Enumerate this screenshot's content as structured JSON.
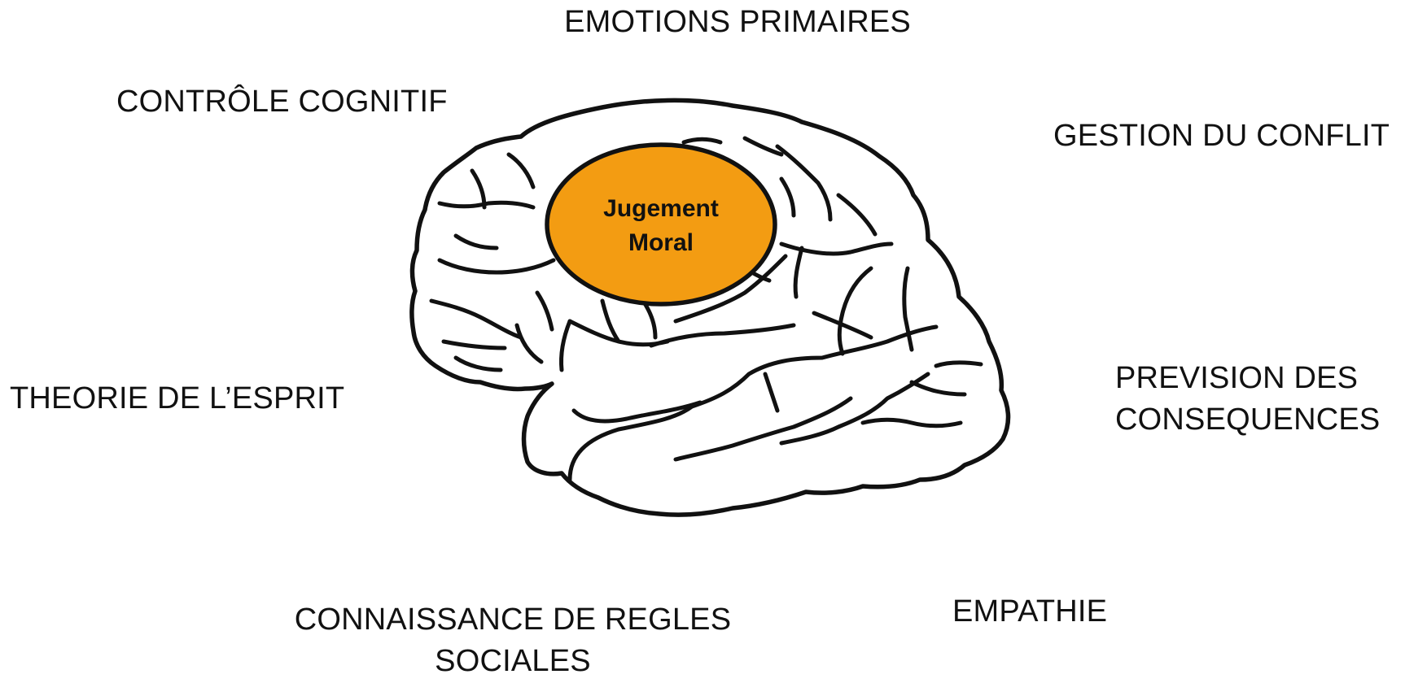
{
  "center": {
    "lines": [
      "Jugement",
      "Moral"
    ],
    "fill_color": "#F39C12"
  },
  "labels": {
    "emotions_primaires": "EMOTIONS PRIMAIRES",
    "controle_cognitif": "CONTRÔLE COGNITIF",
    "gestion_du_conflit": "GESTION DU CONFLIT",
    "theorie_de_l_esprit": "THEORIE DE L’ESPRIT",
    "prevision_des_consequences": [
      "PREVISION DES",
      "CONSEQUENCES"
    ],
    "connaissance_de_regles_sociales": [
      "CONNAISSANCE DE REGLES",
      "SOCIALES"
    ],
    "empathie": "EMPATHIE"
  }
}
